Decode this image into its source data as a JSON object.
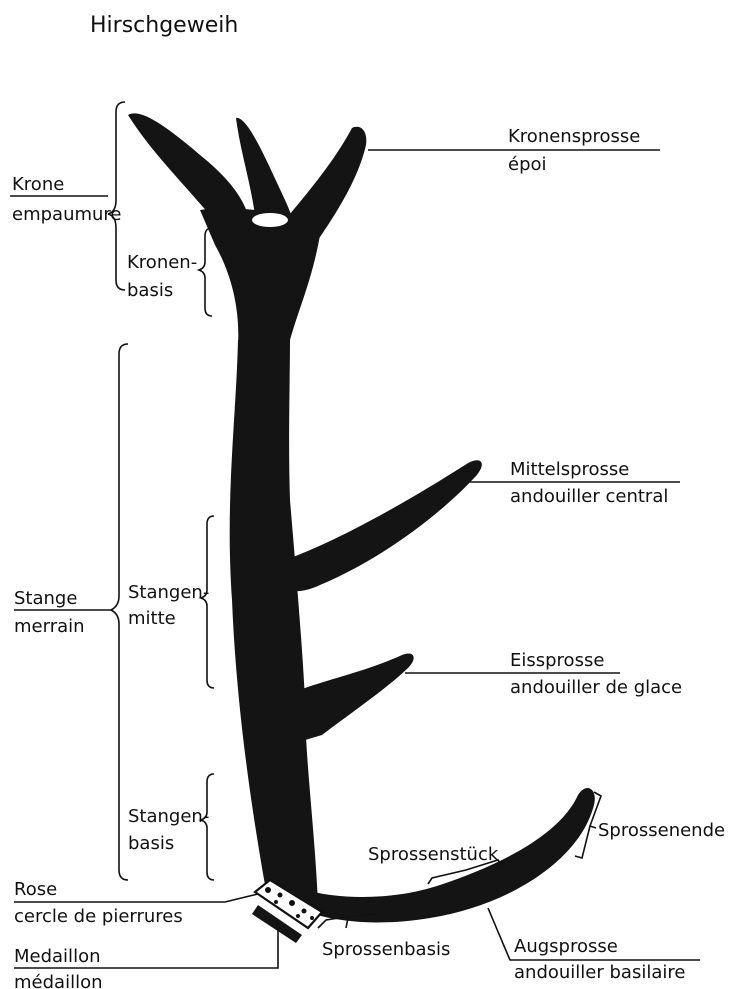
{
  "title": "Hirschgeweih",
  "colors": {
    "antler": "#141414",
    "ink": "#111111",
    "background": "#ffffff"
  },
  "labels": {
    "krone": "Krone",
    "empaumure": "empaumure",
    "kronenbasis_1": "Kronen-",
    "kronenbasis_2": "basis",
    "stange": "Stange",
    "merrain": "merrain",
    "stangenmitte_1": "Stangen-",
    "stangenmitte_2": "mitte",
    "stangenbasis_1": "Stangen-",
    "stangenbasis_2": "basis",
    "rose": "Rose",
    "cercle": "cercle de pierrures",
    "medaillon_de": "Medaillon",
    "medaillon_fr": "médaillon",
    "kronensprosse": "Kronensprosse",
    "epoi": "époi",
    "mittelsprosse": "Mittelsprosse",
    "andouiller_central": "andouiller central",
    "eissprosse": "Eissprosse",
    "andouiller_glace": "andouiller de glace",
    "sprossenende": "Sprossenende",
    "sprossenstueck": "Sprossenstück",
    "sprossenbasis": "Sprossenbasis",
    "augsprosse": "Augsprosse",
    "andouiller_basilaire": "andouiller basilaire"
  }
}
